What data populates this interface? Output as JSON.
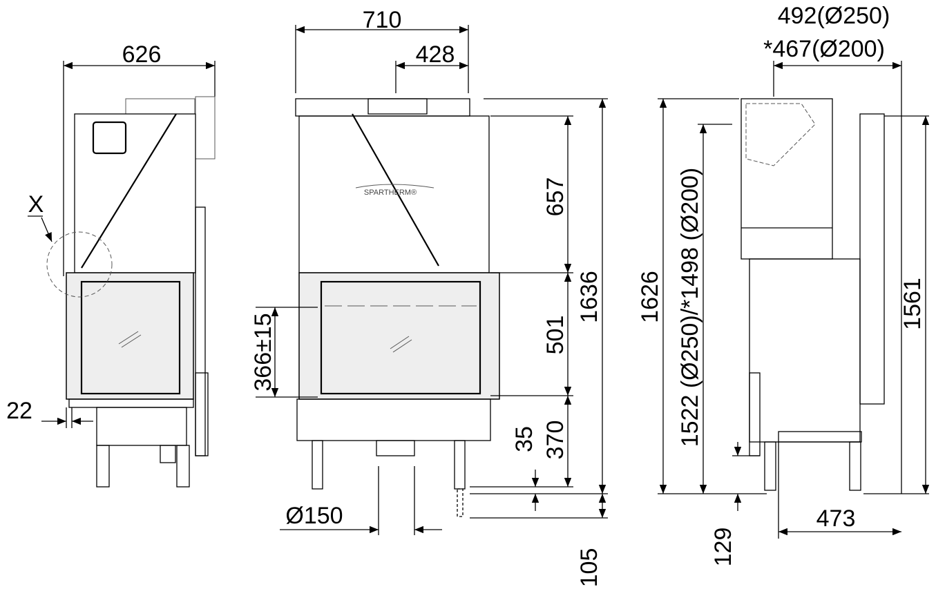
{
  "title": "Fireplace insert dimension drawing",
  "brand": "SPARTHERM®",
  "side_view_left": {
    "width": "626",
    "detail_marker": "X",
    "offset": "22"
  },
  "front_view": {
    "overall_width": "710",
    "flue_offset": "428",
    "upper_height": "657",
    "door_height": "501",
    "base_height": "370",
    "leg_adjust": "35",
    "overall_height": "1636",
    "glass_height": "366±15",
    "air_inlet": "Ø150",
    "leg_extension": "105"
  },
  "side_view_right": {
    "flue_depth_250": "492(Ø250)",
    "flue_depth_200": "*467(Ø200)",
    "overall_height": "1626",
    "flue_height": "1522 (Ø250)/*1498 (Ø200)",
    "body_height": "1561",
    "bottom_offset": "129",
    "depth": "473"
  }
}
